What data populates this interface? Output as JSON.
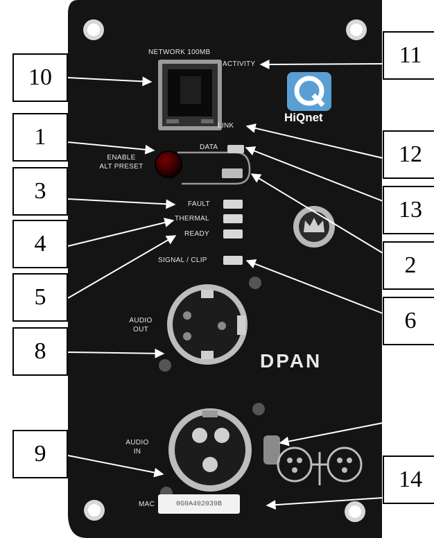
{
  "panel": {
    "network_label": "NETWORK 100MB",
    "activity_label": "ACTIVITY",
    "link_label": "LINK",
    "data_label": "DATA",
    "enable_alt_preset_line1": "ENABLE",
    "enable_alt_preset_line2": "ALT PRESET",
    "fault_label": "FAULT",
    "thermal_label": "THERMAL",
    "ready_label": "READY",
    "signal_clip_label": "SIGNAL / CLIP",
    "audio_out_line1": "AUDIO",
    "audio_out_line2": "OUT",
    "audio_in_line1": "AUDIO",
    "audio_in_line2": "IN",
    "mac_label": "MAC",
    "mac_value": "0G0A402039B",
    "hiqnet_logo_text": "HiQnet",
    "dpan_logo_text": "DPAN"
  },
  "callouts": [
    "10",
    "11",
    "1",
    "12",
    "3",
    "13",
    "4",
    "2",
    "5",
    "6",
    "8",
    "9",
    "14"
  ],
  "colors": {
    "panel": "#141414",
    "label_text": "#e6e6e6",
    "arrow": "#ffffff",
    "hiqnet_blue": "#5a9fd4"
  }
}
